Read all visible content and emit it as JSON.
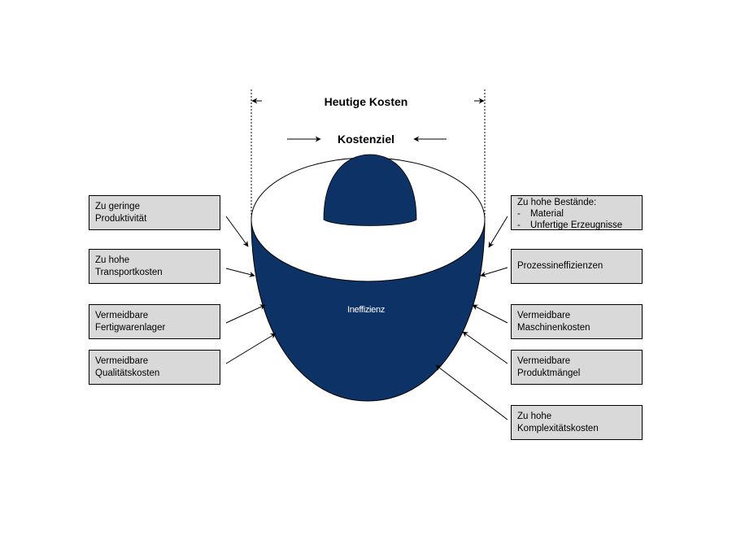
{
  "title": "Heutige Kosten",
  "target_label": "Kostenziel",
  "bowl_label": "Ineffizienz",
  "colors": {
    "bowl_fill": "#0d3266",
    "box_fill": "#d9d9d9",
    "background": "#ffffff"
  },
  "left_causes": [
    {
      "lines": [
        "Zu geringe",
        "Produktivität"
      ]
    },
    {
      "lines": [
        "Zu hohe",
        "Transportkosten"
      ]
    },
    {
      "lines": [
        "Vermeidbare",
        "Fertigwarenlager"
      ]
    },
    {
      "lines": [
        "Vermeidbare",
        "Qualitätskosten"
      ]
    }
  ],
  "right_causes": [
    {
      "lines": [
        "Zu hohe Bestände:"
      ],
      "bullets": [
        "Material",
        "Unfertige Erzeugnisse"
      ]
    },
    {
      "lines": [
        "Prozessineffizienzen"
      ]
    },
    {
      "lines": [
        "Vermeidbare",
        "Maschinenkosten"
      ]
    },
    {
      "lines": [
        "Vermeidbare",
        "Produktmängel"
      ]
    },
    {
      "lines": [
        "Zu hohe",
        "Komplexitätskosten"
      ]
    }
  ]
}
